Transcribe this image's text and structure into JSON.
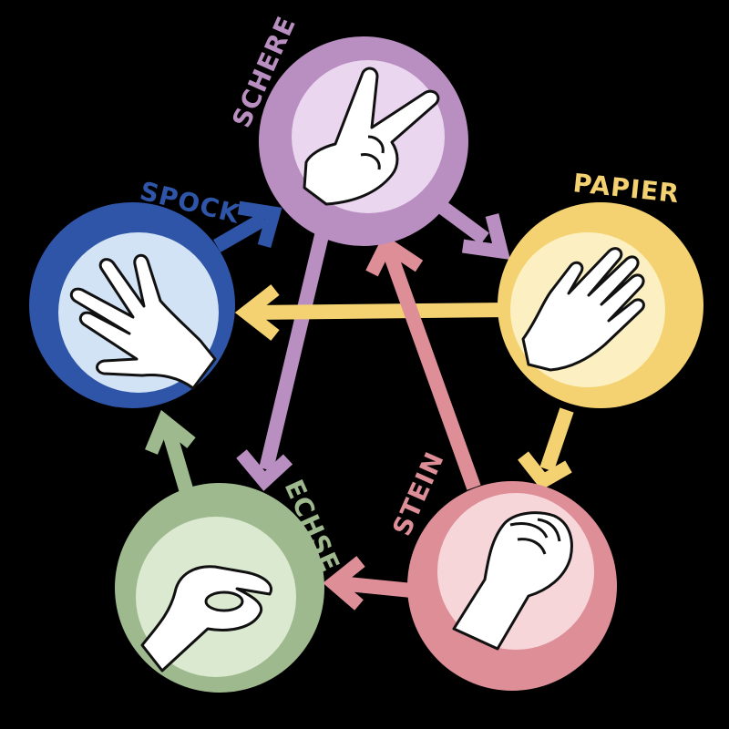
{
  "nodes": {
    "schere": {
      "label": "SCHERE",
      "outer": "#b88fc0",
      "inner": "#ead6ef"
    },
    "papier": {
      "label": "PAPIER",
      "outer": "#f4d271",
      "inner": "#fcf0c2"
    },
    "stein": {
      "label": "STEIN",
      "outer": "#de8e97",
      "inner": "#f7d6da"
    },
    "echse": {
      "label": "ECHSE",
      "outer": "#9fb98f",
      "inner": "#dbe9d0"
    },
    "spock": {
      "label": "SPOCK",
      "outer": "#2f55a8",
      "inner": "#d3e3f6"
    }
  },
  "colors": {
    "background": "#000000",
    "hand_fill": "#ffffff",
    "hand_stroke": "#111111"
  }
}
